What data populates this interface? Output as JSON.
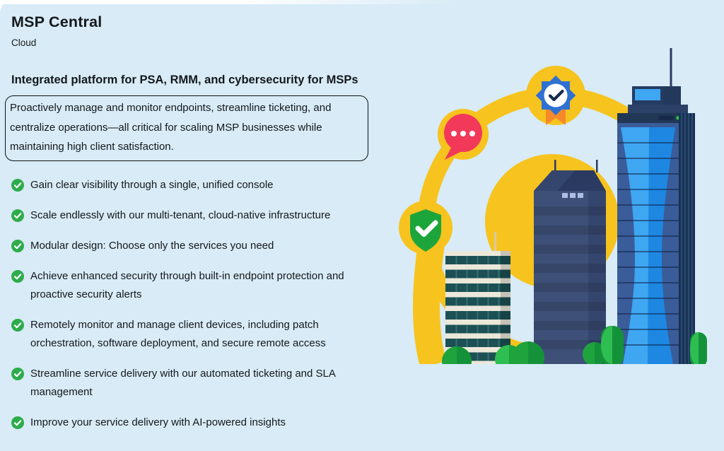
{
  "theme": {
    "bg": "#D8EBF6",
    "ink": "#14181D",
    "yellow": "#F7C31E",
    "red": "#F2395A",
    "green": "#1CA53B",
    "check_green": "#2EAC4C",
    "badge_blue": "#2E71D2",
    "badge_check": "#152A4E",
    "orange": "#F68A2A",
    "cream": "#EBE8DA",
    "cream_line": "#336F72",
    "teal": "#1C5054",
    "navy": "#3E5078",
    "navy_cap": "#2A3A60",
    "navy_right": "#35466E",
    "window_light": "#AEBDE6",
    "sky_face": "#3A5C99",
    "sky_dark": "#16304F",
    "sky_stripe": "#2A4A74",
    "glass_light": "#3FA6F2",
    "glass_dark": "#1D87E2",
    "sky_band": "#203755",
    "pill": "#16294A",
    "dot_green": "#2BC242",
    "bush_light": "#2FBE52",
    "bush_mid": "#1FA33C",
    "bush_dark": "#149239"
  },
  "header": {
    "title": "MSP Central",
    "subtitle": "Cloud"
  },
  "main": {
    "heading": "Integrated platform for PSA, RMM, and cybersecurity for MSPs",
    "description": "Proactively manage and monitor endpoints, streamline ticketing, and centralize operations—all critical for scaling MSP businesses while maintaining high client satisfaction.",
    "features": [
      "Gain clear visibility through a single, unified console",
      "Scale endlessly with our multi-tenant, cloud-native infrastructure",
      "Modular design: Choose only the services you need",
      "Achieve enhanced security through built-in endpoint protection and proactive security alerts",
      "Remotely monitor and manage client devices, including patch orchestration, software deployment, and secure remote access",
      "Streamline service delivery with our automated ticketing and SLA management",
      "Improve your service delivery with AI-powered insights"
    ]
  },
  "illustration": {
    "description": "City skyline with three skyscrapers and bushes, encircled by a golden ring carrying a verified badge, a chat bubble, and a security shield, over a yellow sun circle"
  }
}
